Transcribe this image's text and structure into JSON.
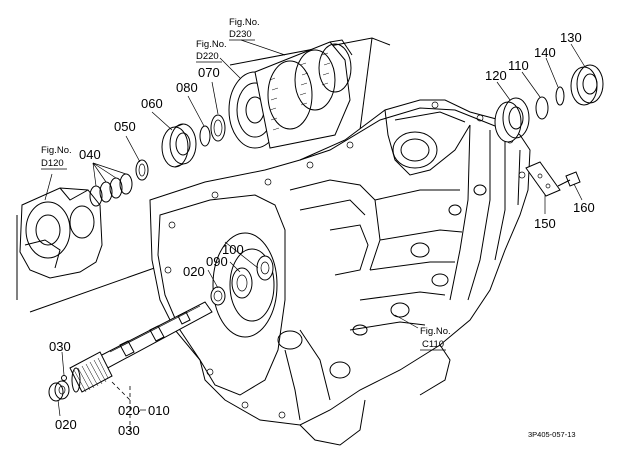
{
  "part_labels": {
    "p010": "010",
    "p020_shaft": "020",
    "p020_bearing": "020",
    "p020_bottom": "020",
    "p030_left": "030",
    "p030_bottom": "030",
    "p040": "040",
    "p050": "050",
    "p060": "060",
    "p070": "070",
    "p080": "080",
    "p090": "090",
    "p100": "100",
    "p110": "110",
    "p120": "120",
    "p130": "130",
    "p140": "140",
    "p150": "150",
    "p160": "160"
  },
  "figure_refs": {
    "d230": {
      "caption": "Fig.No.",
      "number": "D230"
    },
    "d220": {
      "caption": "Fig.No.",
      "number": "D220"
    },
    "d120": {
      "caption": "Fig.No.",
      "number": "D120"
    },
    "c110": {
      "caption": "Fig.No.",
      "number": "C110"
    }
  },
  "drawing_code": "3P405-057-13"
}
